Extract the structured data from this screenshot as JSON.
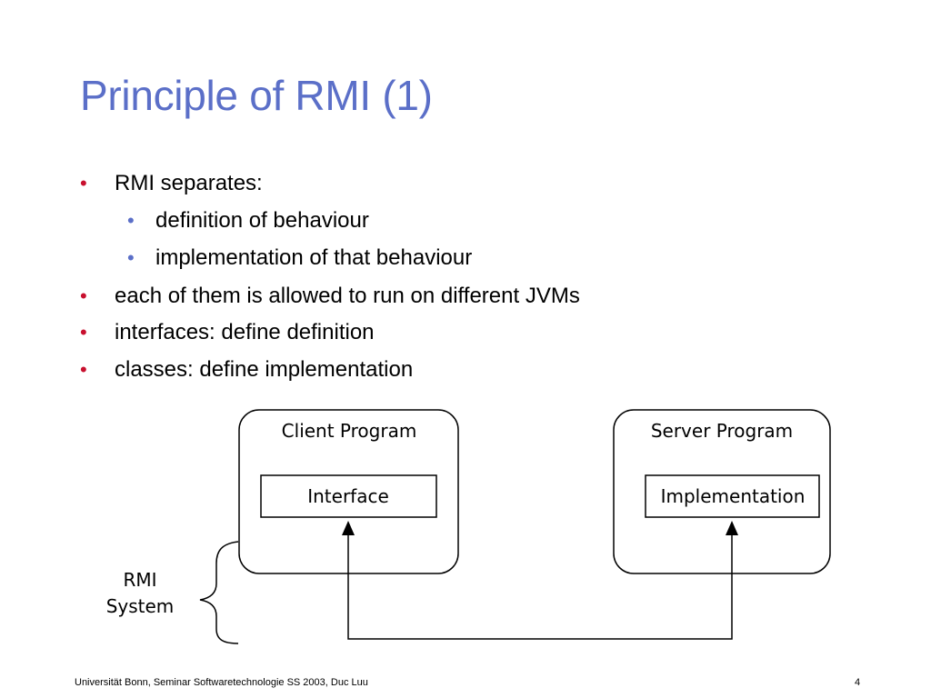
{
  "title": "Principle of RMI (1)",
  "bullets": {
    "b1": "RMI separates:",
    "b1a": "definition of behaviour",
    "b1b": "implementation of that behaviour",
    "b2": "each of them is allowed to run on different JVMs",
    "b3": "interfaces: define definition",
    "b4": "classes: define implementation"
  },
  "bullet_glyph": "•",
  "diagram": {
    "client_program": "Client Program",
    "interface": "Interface",
    "server_program": "Server Program",
    "implementation": "Implementation",
    "rmi_line1": "RMI",
    "rmi_line2": "System"
  },
  "footer": "Universität Bonn, Seminar Softwaretechnologie SS 2003, Duc Luu",
  "page_number": "4",
  "colors": {
    "title": "#5b6fc8",
    "bullet_main": "#c8102e",
    "bullet_sub": "#5b6fc8"
  }
}
